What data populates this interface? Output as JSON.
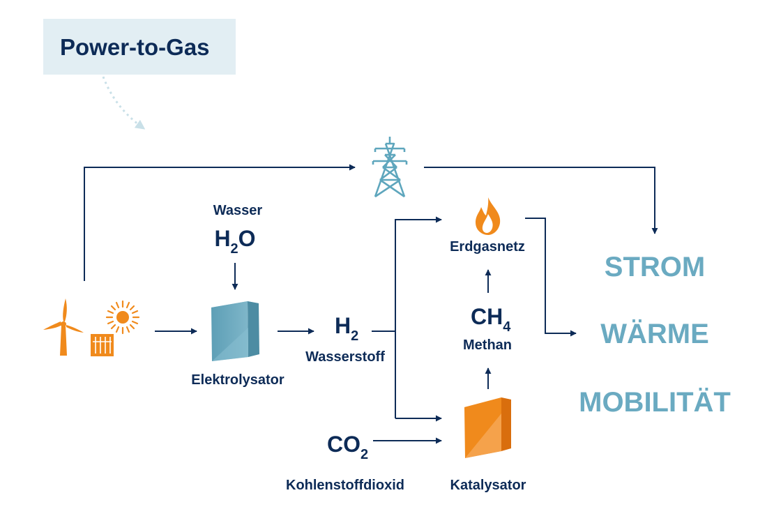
{
  "title": "Power-to-Gas",
  "colors": {
    "navy": "#0d2b57",
    "orange": "#f08a1c",
    "teal": "#6aaac1",
    "title_box": "#e2eef3"
  },
  "icons": [
    "wind-turbine-icon",
    "sun-icon",
    "solar-panel-icon",
    "electrolyzer-icon",
    "power-pylon-icon",
    "flame-icon",
    "catalyst-icon"
  ],
  "nodes": {
    "wasser": {
      "label": "Wasser",
      "formula": "H",
      "subscript": "2",
      "formula_tail": "O"
    },
    "elektrolysator": {
      "label": "Elektrolysator"
    },
    "wasserstoff": {
      "label": "Wasserstoff",
      "formula": "H",
      "subscript": "2"
    },
    "erdgasnetz": {
      "label": "Erdgasnetz"
    },
    "methan": {
      "label": "Methan",
      "formula": "CH",
      "subscript": "4"
    },
    "kohlendioxid": {
      "label": "Kohlenstoffdioxid",
      "formula": "CO",
      "subscript": "2"
    },
    "katalysator": {
      "label": "Katalysator"
    }
  },
  "outputs": [
    "STROM",
    "WÄRME",
    "MOBILITÄT"
  ]
}
